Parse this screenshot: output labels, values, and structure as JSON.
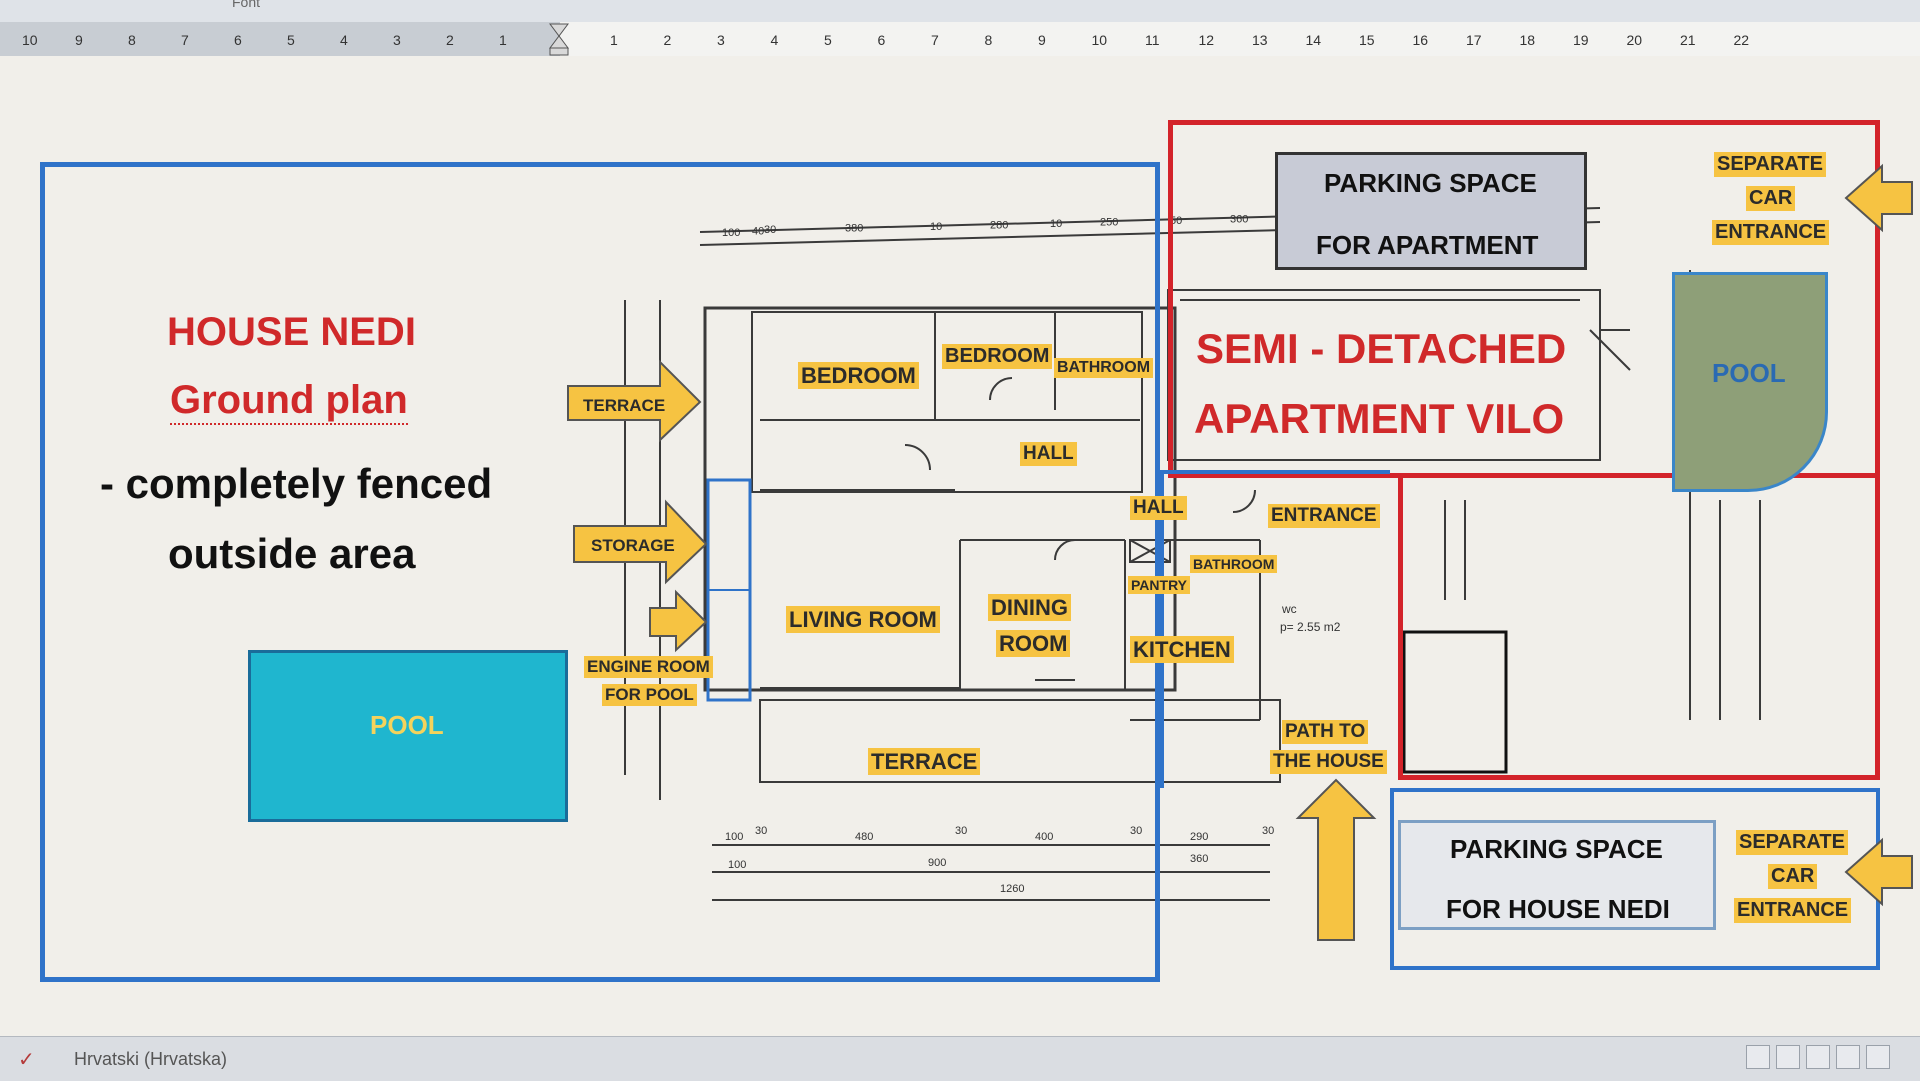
{
  "window": {
    "top_label": "Font",
    "ruler_left": [
      "10",
      "9",
      "8",
      "7",
      "6",
      "5",
      "4",
      "3",
      "2",
      "1"
    ],
    "ruler_right": [
      "1",
      "2",
      "3",
      "4",
      "5",
      "6",
      "7",
      "8",
      "9",
      "10",
      "11",
      "12",
      "13",
      "14",
      "15",
      "16",
      "17",
      "18",
      "19",
      "20",
      "21",
      "22"
    ]
  },
  "plan": {
    "title": "HOUSE NEDI",
    "subtitle": "Ground plan",
    "note_line1": "- completely fenced",
    "note_line2": "outside area",
    "pool_left": "POOL",
    "pool_right": "POOL",
    "apartment_line1": "SEMI - DETACHED",
    "apartment_line2": "APARTMENT VILO",
    "parking_apartment_line1": "PARKING SPACE",
    "parking_apartment_line2": "FOR APARTMENT",
    "parking_house_line1": "PARKING SPACE",
    "parking_house_line2": "FOR HOUSE NEDI",
    "separate_entrance_top": [
      "SEPARATE",
      "CAR",
      "ENTRANCE"
    ],
    "separate_entrance_bottom": [
      "SEPARATE",
      "CAR",
      "ENTRANCE"
    ],
    "path_to_house": [
      "PATH TO",
      "THE HOUSE"
    ],
    "rooms": {
      "terrace_arrow": "TERRACE",
      "storage_arrow": "STORAGE",
      "engine_room": [
        "ENGINE ROOM",
        "FOR POOL"
      ],
      "bedroom1": "BEDROOM",
      "bedroom2": "BEDROOM",
      "bathroom1": "BATHROOM",
      "hall1": "HALL",
      "hall2": "HALL",
      "entrance": "ENTRANCE",
      "bathroom2": "BATHROOM",
      "pantry": "PANTRY",
      "living_room": "LIVING ROOM",
      "dining_room": [
        "DINING",
        "ROOM"
      ],
      "kitchen": "KITCHEN",
      "terrace_bottom": "TERRACE"
    },
    "dims_top": [
      "100",
      "40",
      "30",
      "380",
      "10",
      "280",
      "10",
      "250",
      "50",
      "360"
    ],
    "dims_bottom": [
      "100",
      "30",
      "480",
      "30",
      "400",
      "30",
      "290",
      "30",
      "100",
      "900",
      "360",
      "1260"
    ],
    "small_note": "p= 2.55 m2",
    "wc": "wc",
    "colors": {
      "blue_outline": "#2f73c9",
      "red_outline": "#d3232a",
      "yellow": "#f6c342",
      "pool_left": "#1fb6cf",
      "pool_right": "#8e9f78"
    }
  },
  "status": {
    "language": "Hrvatski (Hrvatska)"
  }
}
